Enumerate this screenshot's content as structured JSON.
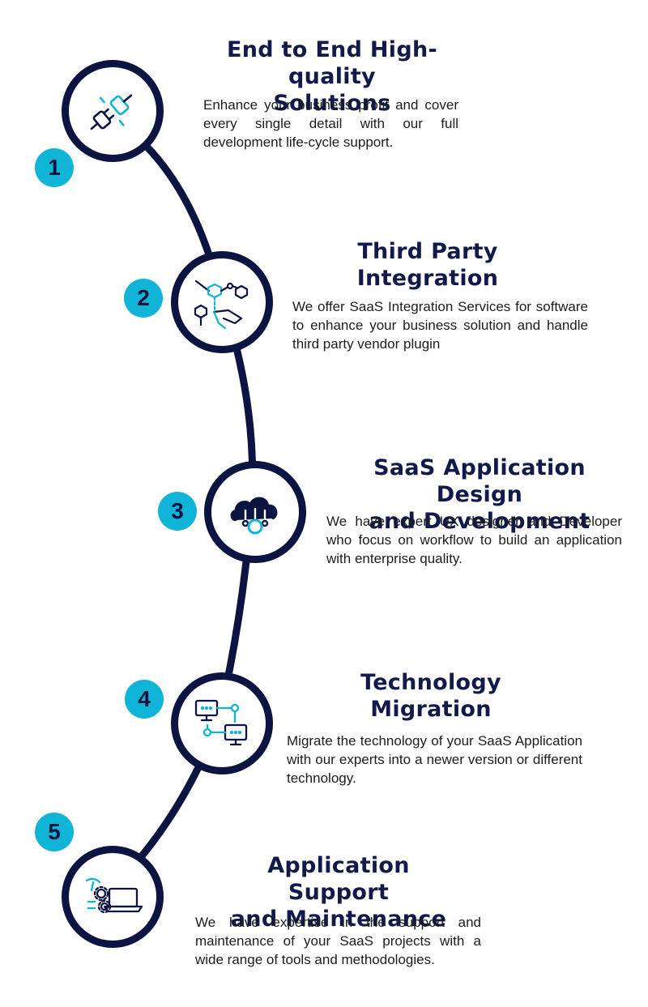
{
  "colors": {
    "curve": "#0c1441",
    "badge": "#0fb4d6",
    "title": "#121a4b",
    "text": "#1c1c1c",
    "icon_dark": "#0c1441",
    "icon_accent": "#0fb4d6"
  },
  "steps": [
    {
      "number": "1",
      "title_line1": "End to End High-quality",
      "title_line2": "Solutions",
      "description": "Enhance your business profit and cover every single detail with our full development life-cycle support.",
      "icon": "plug-connection-icon"
    },
    {
      "number": "2",
      "title_line1": "Third Party",
      "title_line2": "Integration",
      "description": "We offer SaaS Integration Services for software to enhance your business solution and handle third party vendor plugin",
      "icon": "integration-cubes-icon"
    },
    {
      "number": "3",
      "title_line1": "SaaS Application Design",
      "title_line2": "and Development",
      "description": "We have expert UX designer and Developer who focus on workflow to build an application with enterprise quality.",
      "icon": "cloud-network-icon"
    },
    {
      "number": "4",
      "title_line1": "Technology",
      "title_line2": "Migration",
      "description": "Migrate the technology of your SaaS Application with our experts into a newer version or different technology.",
      "icon": "monitor-migration-icon"
    },
    {
      "number": "5",
      "title_line1": "Application Support",
      "title_line2": "and Maintenance",
      "description": "We have expertise in the support and maintenance of your SaaS projects with a wide range of tools and methodologies.",
      "icon": "laptop-gears-icon"
    }
  ]
}
